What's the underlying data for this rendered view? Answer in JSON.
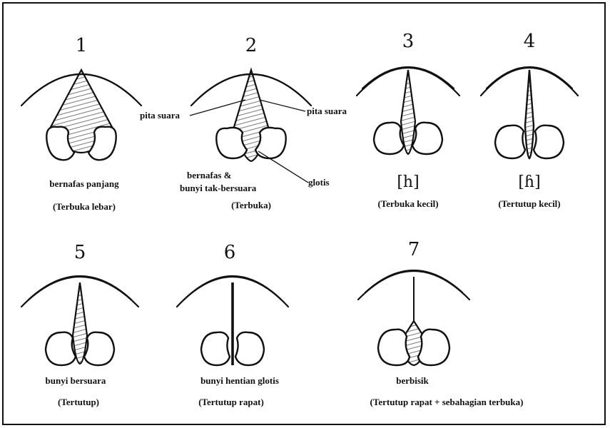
{
  "figure": {
    "panels": [
      {
        "number": "1",
        "caption": "bernafas panjang",
        "state": "(Terbuka lebar)"
      },
      {
        "number": "2",
        "caption_line1": "bernafas &",
        "caption_line2": "bunyi tak-bersuara",
        "state": "(Terbuka)",
        "callouts": {
          "left": "pita suara",
          "right": "pita suara",
          "glottis": "glotis"
        }
      },
      {
        "number": "3",
        "symbol": "[h]",
        "state": "(Terbuka kecil)"
      },
      {
        "number": "4",
        "symbol": "[ɦ]",
        "state": "(Tertutup kecil)"
      },
      {
        "number": "5",
        "caption": "bunyi bersuara",
        "state": "(Tertutup)"
      },
      {
        "number": "6",
        "caption": "bunyi hentian glotis",
        "state": "(Tertutup rapat)"
      },
      {
        "number": "7",
        "caption": "berbisik",
        "state": "(Tertutup rapat + sebahagian terbuka)"
      }
    ]
  }
}
